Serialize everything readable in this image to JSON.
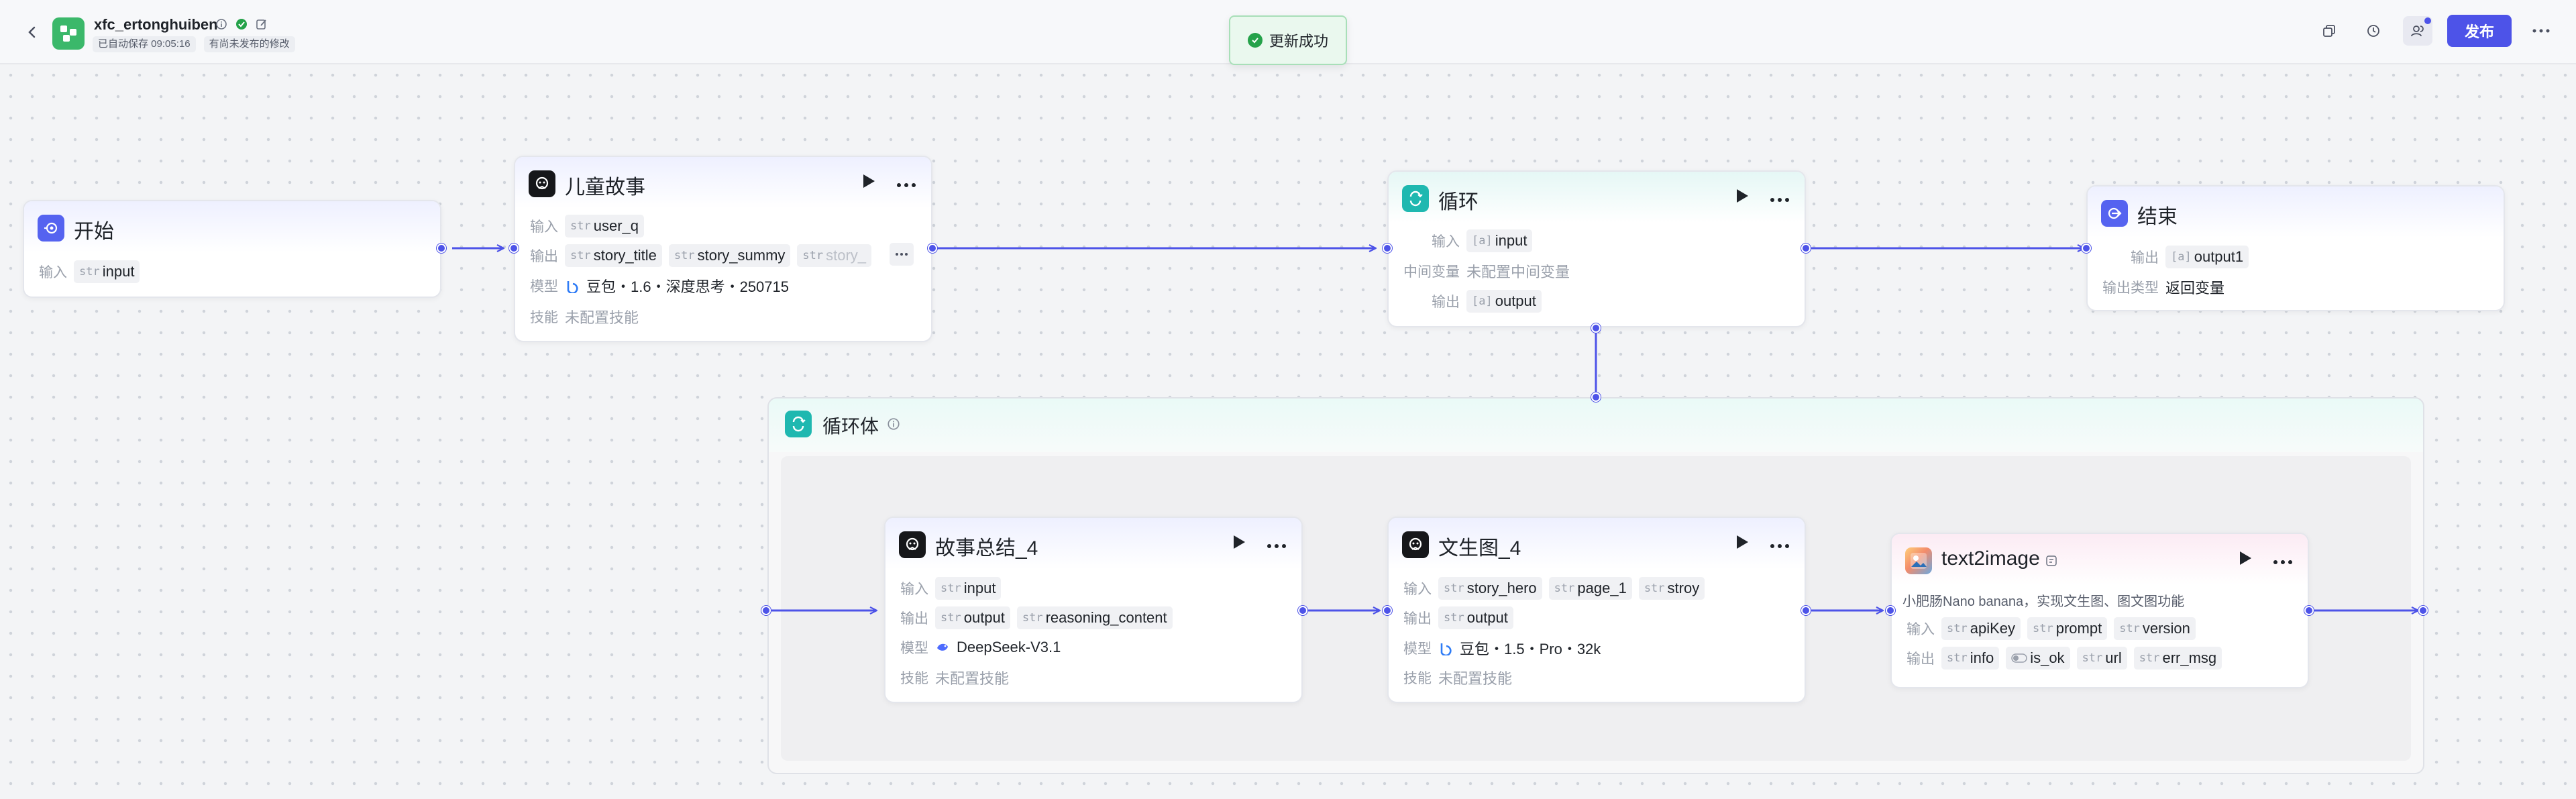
{
  "app": {
    "name": "xfc_ertonghuiben",
    "autosave": "已自动保存 09:05:16",
    "unpublished": "有尚未发布的修改",
    "toast": "更新成功",
    "publish_label": "发布"
  },
  "nodes": {
    "start": {
      "title": "开始",
      "input_label": "输入",
      "inputs": [
        {
          "type": "str",
          "name": "input"
        }
      ]
    },
    "story": {
      "title": "儿童故事",
      "input_label": "输入",
      "output_label": "输出",
      "model_label": "模型",
      "skill_label": "技能",
      "inputs": [
        {
          "type": "str",
          "name": "user_q"
        }
      ],
      "outputs": [
        {
          "type": "str",
          "name": "story_title"
        },
        {
          "type": "str",
          "name": "story_summy"
        },
        {
          "type": "str",
          "name": "story_"
        }
      ],
      "model": "豆包・1.6・深度思考・250715",
      "skill": "未配置技能"
    },
    "loop": {
      "title": "循环",
      "input_label": "输入",
      "var_label": "中间变量",
      "output_label": "输出",
      "input": "input",
      "var": "未配置中间变量",
      "output": "output"
    },
    "end": {
      "title": "结束",
      "output_label": "输出",
      "output_type_label": "输出类型",
      "output": "output1",
      "output_type": "返回变量"
    },
    "loop_body": {
      "title": "循环体"
    },
    "summary": {
      "title": "故事总结_4",
      "input_label": "输入",
      "output_label": "输出",
      "model_label": "模型",
      "skill_label": "技能",
      "inputs": [
        {
          "type": "str",
          "name": "input"
        }
      ],
      "outputs": [
        {
          "type": "str",
          "name": "output"
        },
        {
          "type": "str",
          "name": "reasoning_content"
        }
      ],
      "model": "DeepSeek-V3.1",
      "skill": "未配置技能"
    },
    "wentu": {
      "title": "文生图_4",
      "input_label": "输入",
      "output_label": "输出",
      "model_label": "模型",
      "skill_label": "技能",
      "inputs": [
        {
          "type": "str",
          "name": "story_hero"
        },
        {
          "type": "str",
          "name": "page_1"
        },
        {
          "type": "str",
          "name": "stroy"
        }
      ],
      "outputs": [
        {
          "type": "str",
          "name": "output"
        }
      ],
      "model": "豆包・1.5・Pro・32k",
      "skill": "未配置技能"
    },
    "t2i": {
      "title": "text2image",
      "desc": "小肥肠Nano banana，实现文生图、图文图功能",
      "input_label": "输入",
      "output_label": "输出",
      "inputs": [
        {
          "type": "str",
          "name": "apiKey"
        },
        {
          "type": "str",
          "name": "prompt"
        },
        {
          "type": "str",
          "name": "version"
        }
      ],
      "outputs": [
        {
          "type": "str",
          "name": "info"
        },
        {
          "type": "bool",
          "name": "is_ok"
        },
        {
          "type": "str",
          "name": "url"
        },
        {
          "type": "str",
          "name": "err_msg"
        }
      ]
    }
  },
  "colors": {
    "accent": "#4d53e8",
    "success": "#25a24a",
    "loop_teal": "#1fb8b0"
  }
}
